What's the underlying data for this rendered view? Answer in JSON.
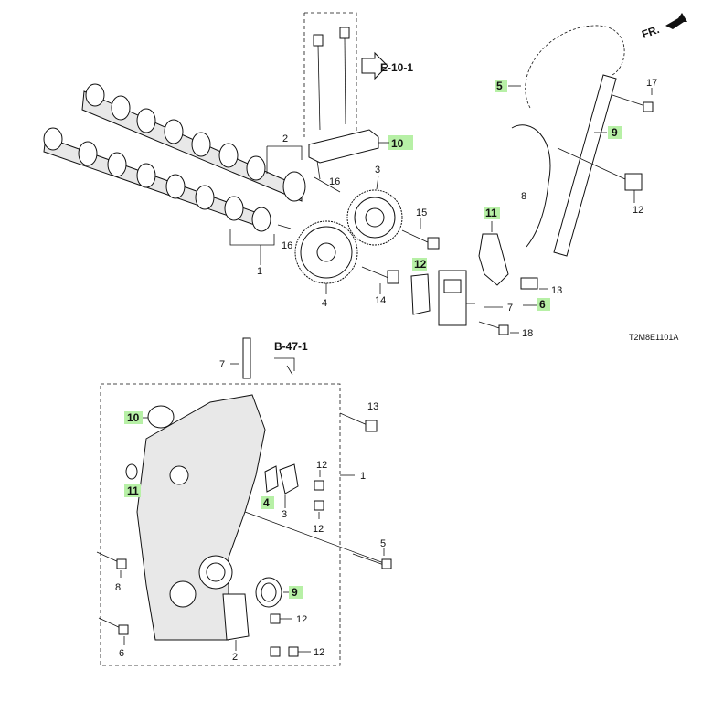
{
  "diagram_code": "T2M8E1101A",
  "direction_label": "FR.",
  "refs": {
    "upper": "E-10-1",
    "lower": "B-47-1"
  },
  "callouts": {
    "c1a": "1",
    "c2a": "2",
    "c3a": "3",
    "c4a": "4",
    "c5a": "5",
    "c6a": "6",
    "c7a": "7",
    "c8a": "8",
    "c9a": "9",
    "c10a": "10",
    "c11a": "11",
    "c12a": "12",
    "c13a": "13",
    "c14a": "14",
    "c15a": "15",
    "c16a": "16",
    "c16b": "16",
    "c17a": "17",
    "c18a": "18",
    "c7b": "7",
    "c10b": "10",
    "c11b": "11",
    "c13b": "13",
    "c1b": "1",
    "c12b": "12",
    "c12c": "12",
    "c4b": "4",
    "c3b": "3",
    "c12d": "12",
    "c5b": "5",
    "c8b": "8",
    "c9b": "9",
    "c12e": "12",
    "c6b": "6",
    "c2b": "2",
    "c12f": "12"
  }
}
